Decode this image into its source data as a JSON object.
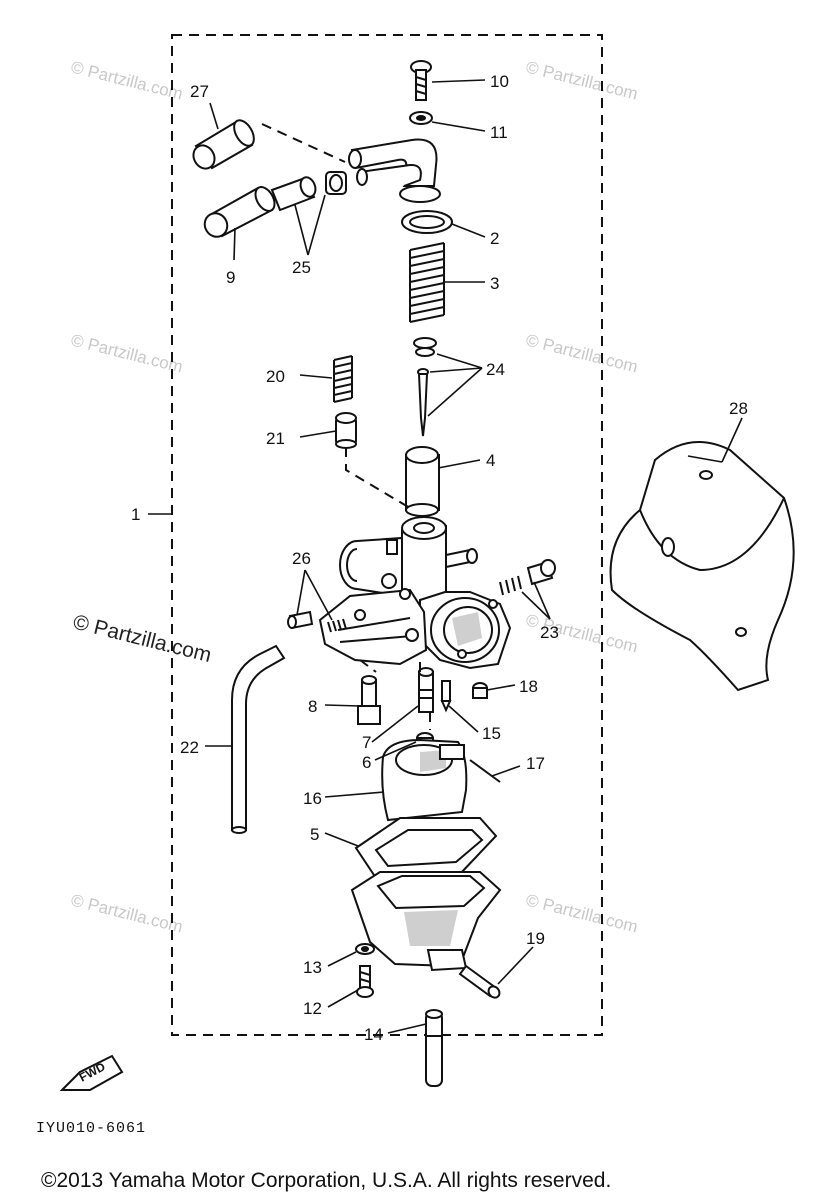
{
  "watermarks": {
    "light": "© Partzilla.com",
    "dark": "© Partzilla.com"
  },
  "callouts": {
    "c1": "1",
    "c2": "2",
    "c3": "3",
    "c4": "4",
    "c5": "5",
    "c6": "6",
    "c7": "7",
    "c8": "8",
    "c9": "9",
    "c10": "10",
    "c11": "11",
    "c12": "12",
    "c13": "13",
    "c14": "14",
    "c15": "15",
    "c16": "16",
    "c17": "17",
    "c18": "18",
    "c19": "19",
    "c20": "20",
    "c21": "21",
    "c22": "22",
    "c23": "23",
    "c24": "24",
    "c25": "25",
    "c26": "26",
    "c27": "27",
    "c28": "28"
  },
  "fwd_label": "FWD",
  "diagram_code": "IYU010-6061",
  "copyright": "©2013 Yamaha Motor Corporation, U.S.A. All rights reserved."
}
